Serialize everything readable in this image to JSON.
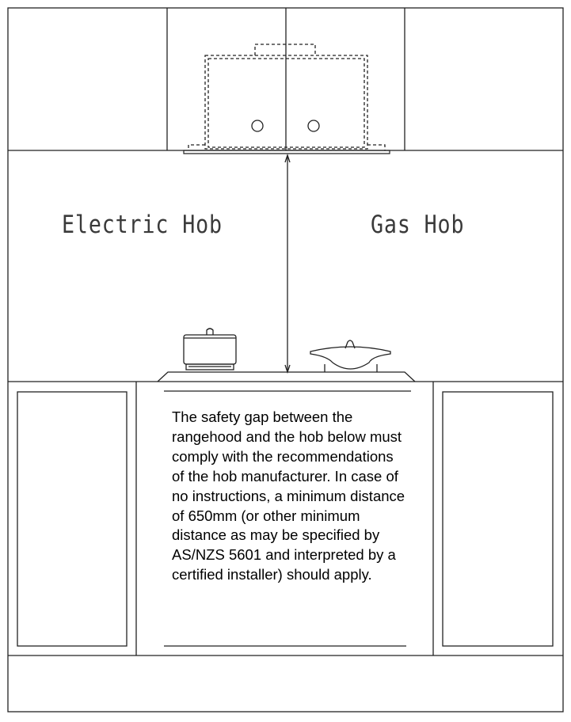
{
  "labels": {
    "electric_hob": "Electric Hob",
    "gas_hob": "Gas Hob"
  },
  "note": {
    "text": "The safety gap between the rangehood and the hob below must comply with the recommendations of the hob manufacturer. In case of no instructions, a minimum distance of 650mm (or other minimum distance as may be specified by AS/NZS 5601 and interpreted by a certified installer) should apply."
  },
  "colors": {
    "line": "#222222",
    "background": "#ffffff"
  }
}
